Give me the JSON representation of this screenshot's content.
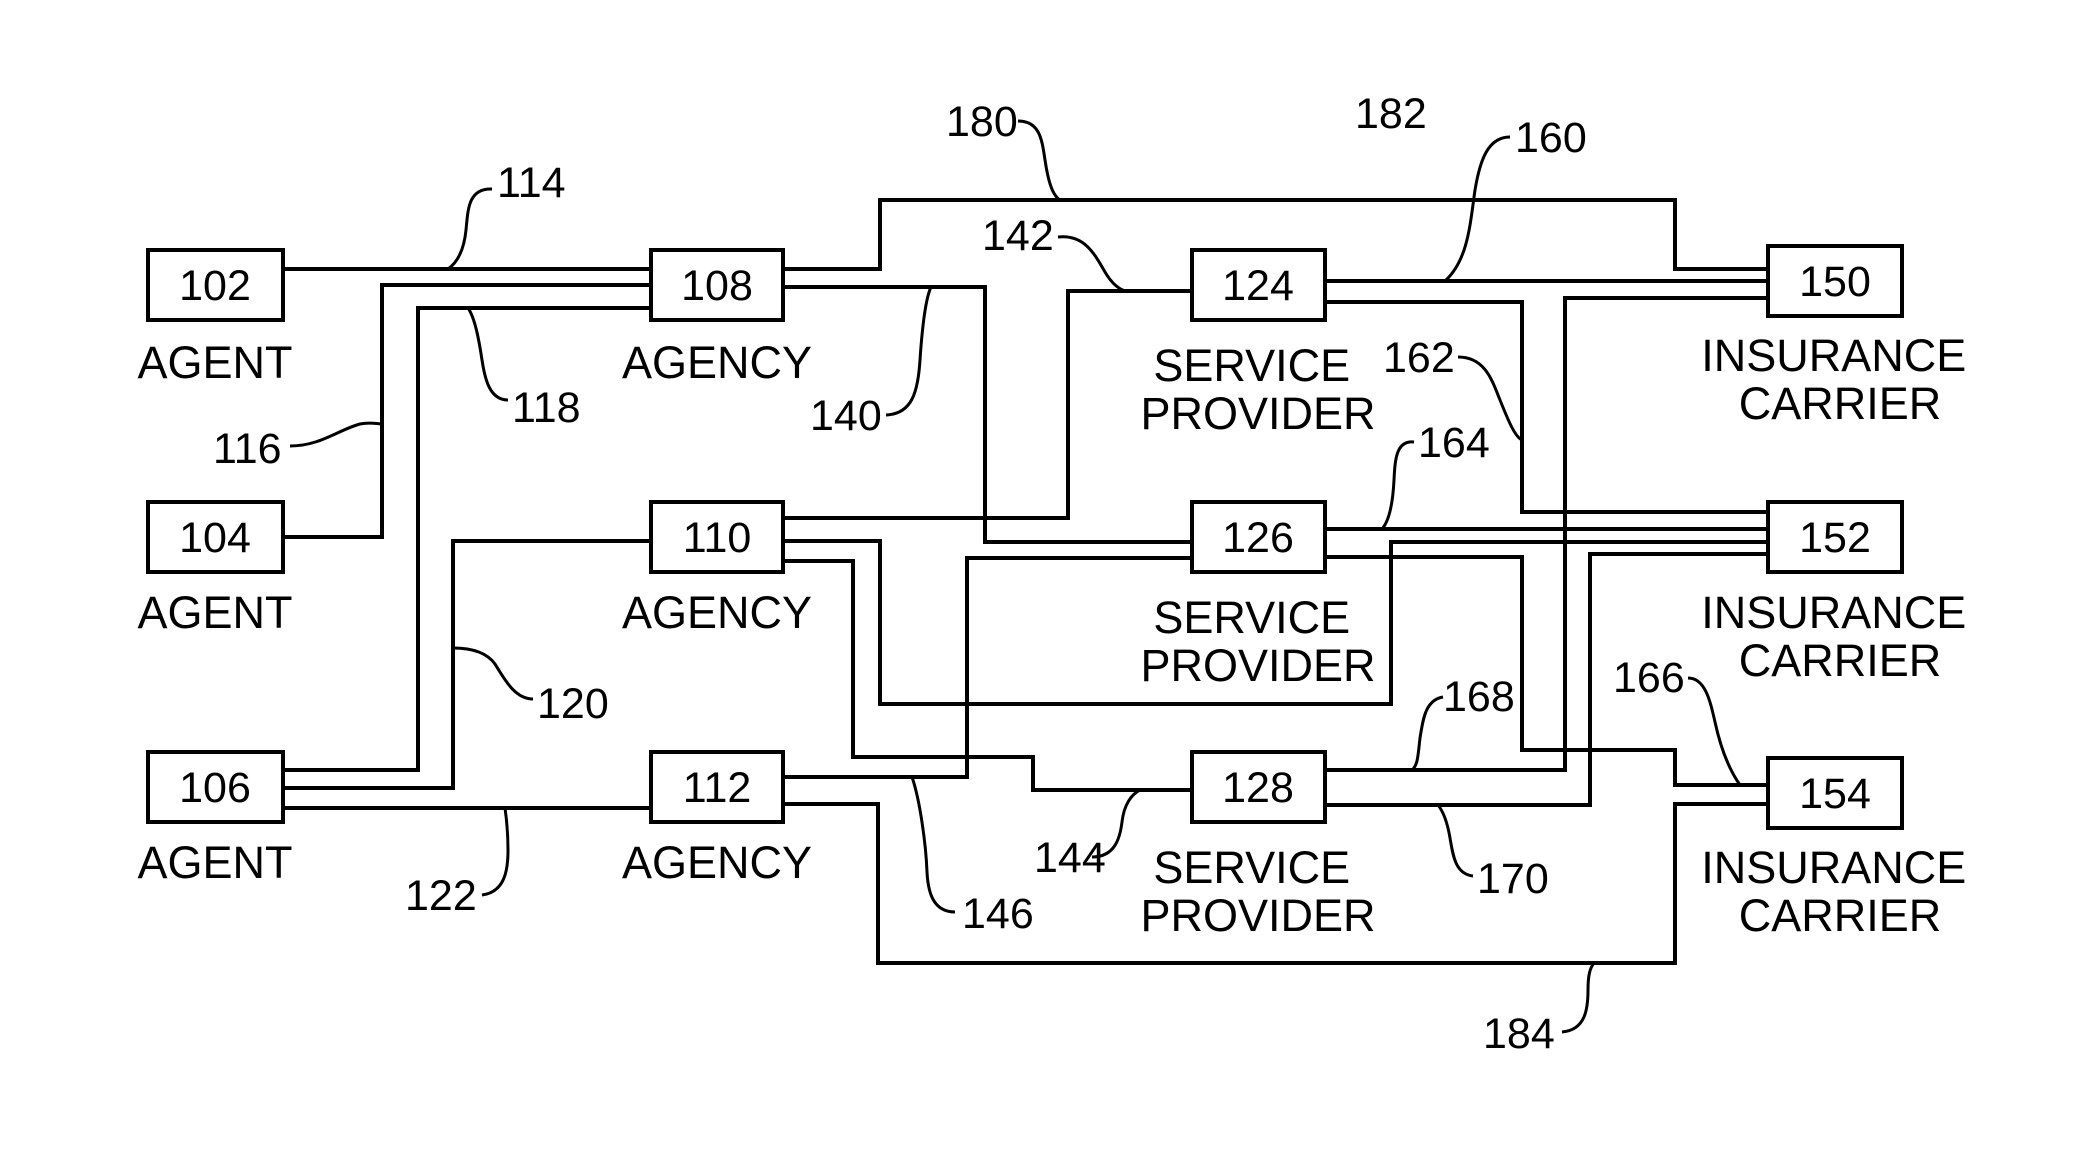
{
  "nodes": [
    {
      "id": "102",
      "label": "AGENT"
    },
    {
      "id": "104",
      "label": "AGENT"
    },
    {
      "id": "106",
      "label": "AGENT"
    },
    {
      "id": "108",
      "label": "AGENCY"
    },
    {
      "id": "110",
      "label": "AGENCY"
    },
    {
      "id": "112",
      "label": "AGENCY"
    },
    {
      "id": "124",
      "label": "SERVICE PROVIDER"
    },
    {
      "id": "126",
      "label": "SERVICE PROVIDER"
    },
    {
      "id": "128",
      "label": "SERVICE PROVIDER"
    },
    {
      "id": "150",
      "label": "INSURANCE CARRIER"
    },
    {
      "id": "152",
      "label": "INSURANCE CARRIER"
    },
    {
      "id": "154",
      "label": "INSURANCE CARRIER"
    }
  ],
  "link_labels": [
    "114",
    "116",
    "118",
    "120",
    "122",
    "140",
    "142",
    "144",
    "146",
    "160",
    "162",
    "164",
    "166",
    "168",
    "170",
    "180",
    "182",
    "184"
  ],
  "colors": {
    "ink": "#000000",
    "background": "#ffffff"
  }
}
